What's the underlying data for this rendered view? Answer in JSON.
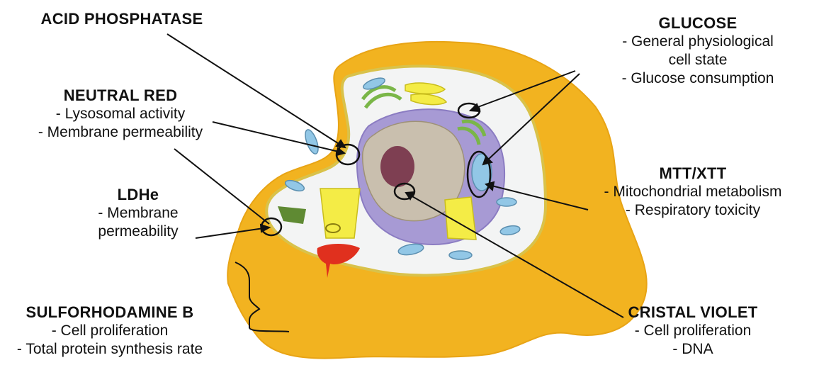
{
  "labels": {
    "acid_phosphatase": {
      "title": "ACID PHOSPHATASE",
      "lines": []
    },
    "neutral_red": {
      "title": "NEUTRAL RED",
      "lines": [
        "- Lysosomal activity",
        "- Membrane permeability"
      ]
    },
    "ldhe": {
      "title": "LDHe",
      "lines": [
        "- Membrane",
        "permeability"
      ]
    },
    "sulforhodamine_b": {
      "title": "SULFORHODAMINE B",
      "lines": [
        "- Cell proliferation",
        "- Total protein synthesis rate"
      ]
    },
    "glucose": {
      "title": "GLUCOSE",
      "lines": [
        "- General physiological",
        "cell state",
        "- Glucose consumption"
      ]
    },
    "mtt_xtt": {
      "title": "MTT/XTT",
      "lines": [
        "- Mitochondrial metabolism",
        "- Respiratory toxicity"
      ]
    },
    "cristal_violet": {
      "title": "CRISTAL VIOLET",
      "lines": [
        "- Cell proliferation",
        "- DNA"
      ]
    }
  },
  "colors": {
    "outer_cell": "#f2b320",
    "cytoplasm": "#f3f4f4",
    "nucleus_envelope": "#a79ad4",
    "nucleus": "#c9bfae",
    "nucleolus": "#7e3f52",
    "mitochondria": "#92c7e6",
    "golgi": "#7ab648",
    "er": "#f4ec46",
    "chloroplast_like": "#5f8a33",
    "red_organelle": "#e0301e"
  }
}
